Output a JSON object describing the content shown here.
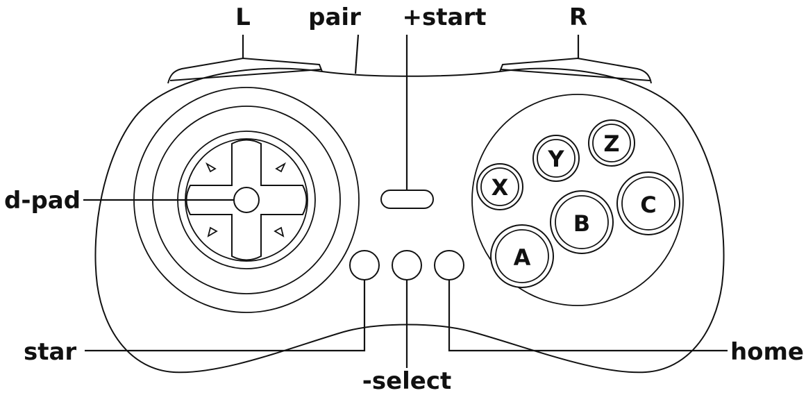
{
  "labels": {
    "l": "L",
    "pair": "pair",
    "start": "+start",
    "r": "R",
    "dpad": "d-pad",
    "star": "star",
    "select": "-select",
    "home": "home"
  },
  "face_buttons": {
    "x": "X",
    "y": "Y",
    "z": "Z",
    "a": "A",
    "b": "B",
    "c": "C"
  },
  "colors": {
    "line": "#111111",
    "background": "#ffffff"
  }
}
